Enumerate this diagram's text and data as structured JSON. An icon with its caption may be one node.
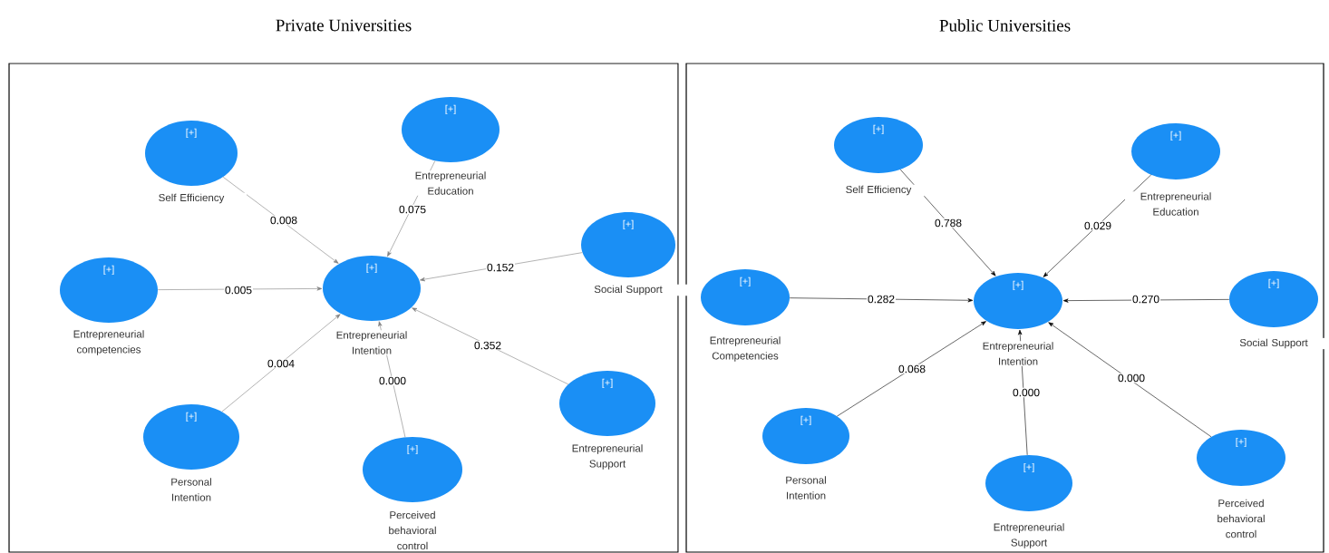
{
  "diagram": {
    "nodes": [
      {
        "text": [
          "Private Universities"
        ]
      },
      {
        "text": [
          "[+]"
        ],
        "beside": [
          "Entrepreneurial Education"
        ],
        "in": 0
      },
      {
        "text": [
          "[+]"
        ],
        "beside": [
          "Self Efficiency"
        ],
        "in": 0
      },
      {
        "text": [
          "[+]"
        ],
        "beside": [
          "Social Support"
        ],
        "in": 0
      },
      {
        "text": [
          "[+]"
        ],
        "beside": [
          "Entrepreneurial competencies"
        ],
        "in": 0
      },
      {
        "text": [
          "[+]"
        ],
        "beside": [
          "Entrepreneurial Intention"
        ],
        "in": 0
      },
      {
        "text": [
          "[+]"
        ],
        "beside": [
          "Entrepreneurial Support"
        ],
        "in": 0
      },
      {
        "text": [
          "[+]"
        ],
        "beside": [
          "Personal Intention"
        ],
        "in": 0
      },
      {
        "text": [
          "[+]"
        ],
        "beside": [
          "Perceived behavioral control"
        ],
        "in": 0
      },
      {
        "text": [
          "Public Universities"
        ]
      },
      {
        "text": [
          "[+]"
        ],
        "beside": [
          "Self Efficiency"
        ],
        "in": 9
      },
      {
        "text": [
          "[+]"
        ],
        "beside": [
          "Entrepreneurial Education"
        ],
        "in": 9
      },
      {
        "text": [
          "[+]"
        ],
        "beside": [
          "Entrepreneurial Competencies"
        ],
        "in": 9
      },
      {
        "text": [
          "[+]"
        ],
        "beside": [
          "Entrepreneurial Intention"
        ],
        "in": 9
      },
      {
        "text": [
          "[+]"
        ],
        "beside": [
          "Social Support"
        ],
        "in": 9
      },
      {
        "text": [
          "[+]"
        ],
        "beside": [
          "Personal Intention"
        ],
        "in": 9
      },
      {
        "text": [
          "[+]"
        ],
        "beside": [
          "Perceived behavioral control"
        ],
        "in": 9
      },
      {
        "text": [
          "[+]"
        ],
        "beside": [
          "Entrepreneurial Support"
        ],
        "in": 9
      }
    ],
    "edges": [
      {
        "from": 2,
        "to": 5,
        "arrow": "to",
        "label": "0.008",
        "color": "#7f7f7f"
      },
      {
        "from": 1,
        "to": 5,
        "arrow": "to",
        "label": "0.075",
        "color": "#7f7f7f"
      },
      {
        "from": 3,
        "to": 5,
        "arrow": "to",
        "label": "0.152",
        "color": "#7f7f7f"
      },
      {
        "from": 4,
        "to": 5,
        "arrow": "to",
        "label": "0.005",
        "color": "#7f7f7f"
      },
      {
        "from": 6,
        "to": 5,
        "arrow": "to",
        "label": "0.352",
        "color": "#7f7f7f"
      },
      {
        "from": 7,
        "to": 5,
        "arrow": "to",
        "label": "0.004",
        "color": "#7f7f7f"
      },
      {
        "from": 8,
        "to": 5,
        "arrow": "to",
        "label": "0.000",
        "color": "#7f7f7f"
      },
      {
        "from": 10,
        "to": 13,
        "arrow": "to",
        "label": "0.788",
        "color": "#000000"
      },
      {
        "from": 11,
        "to": 13,
        "arrow": "to",
        "label": "0.029",
        "color": "#000000"
      },
      {
        "from": 12,
        "to": 13,
        "arrow": "to",
        "label": "0.282",
        "color": "#000000"
      },
      {
        "from": 14,
        "to": 13,
        "arrow": "to",
        "label": "0.270",
        "color": "#000000"
      },
      {
        "from": 15,
        "to": 13,
        "arrow": "to",
        "label": "0.068",
        "color": "#000000"
      },
      {
        "from": 17,
        "to": 13,
        "arrow": "to",
        "label": "0.000",
        "color": "#000000"
      },
      {
        "from": 16,
        "to": 13,
        "arrow": "to",
        "label": "0.000",
        "color": "#000000"
      }
    ]
  }
}
